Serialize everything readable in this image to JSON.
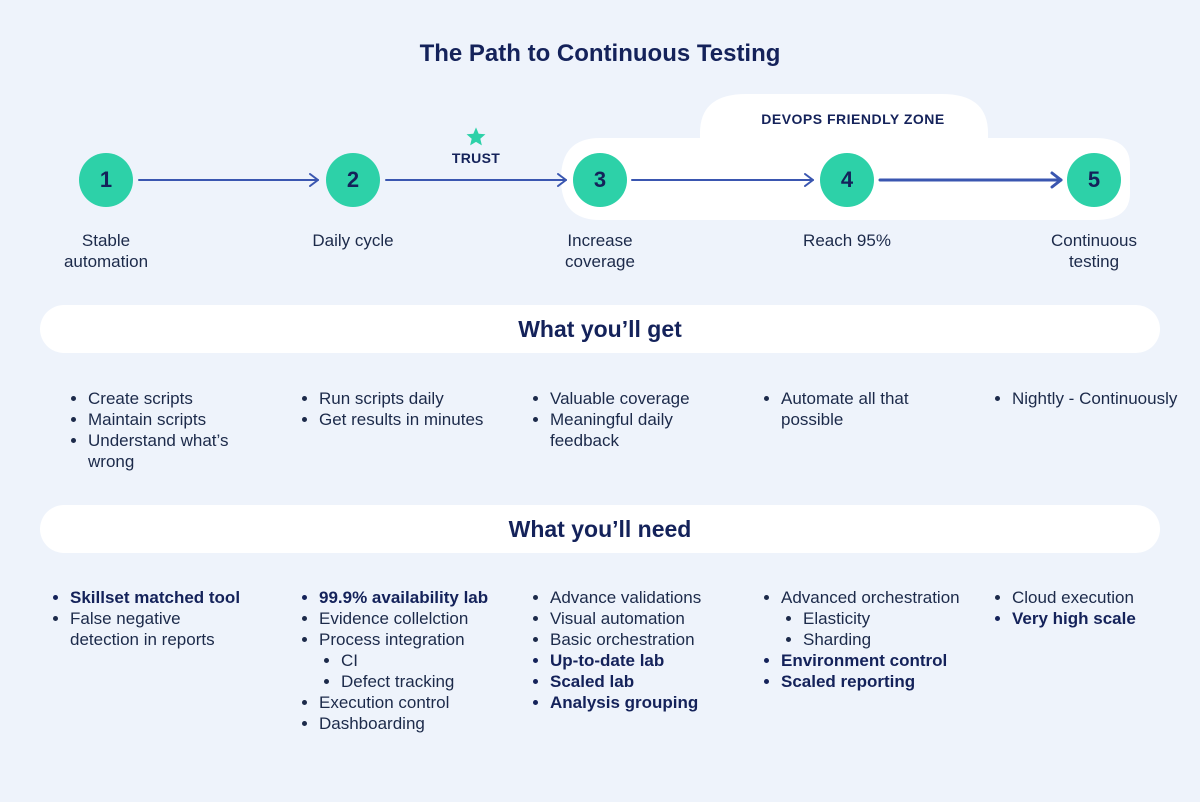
{
  "title": "The Path to Continuous Testing",
  "zone_label": "DEVOPS FRIENDLY ZONE",
  "trust_label": "TRUST",
  "colors": {
    "background": "#eef3fb",
    "step": "#2dd1a8",
    "navy": "#14225a",
    "arrow": "#3a56b0",
    "star": "#2dd1a8",
    "band": "#ffffff"
  },
  "steps": [
    {
      "number": "1",
      "label": "Stable\nautomation"
    },
    {
      "number": "2",
      "label": "Daily cycle"
    },
    {
      "number": "3",
      "label": "Increase\ncoverage"
    },
    {
      "number": "4",
      "label": "Reach 95%"
    },
    {
      "number": "5",
      "label": "Continuous\ntesting"
    }
  ],
  "get_heading": "What you’ll get",
  "need_heading": "What you’ll need",
  "get": [
    {
      "items": [
        {
          "text": "Create scripts"
        },
        {
          "text": "Maintain scripts"
        },
        {
          "text": "Understand what’s wrong"
        }
      ]
    },
    {
      "items": [
        {
          "text": "Run scripts daily"
        },
        {
          "text": "Get results in minutes"
        }
      ]
    },
    {
      "items": [
        {
          "text": "Valuable coverage"
        },
        {
          "text": "Meaningful daily feedback"
        }
      ]
    },
    {
      "items": [
        {
          "text": "Automate all that possible"
        }
      ]
    },
    {
      "items": [
        {
          "text": "Nightly - Continuously"
        }
      ]
    }
  ],
  "need": [
    {
      "items": [
        {
          "text": "Skillset matched tool",
          "bold": true
        },
        {
          "text": "False negative detection in reports"
        }
      ]
    },
    {
      "items": [
        {
          "text": "99.9% availability lab",
          "bold": true
        },
        {
          "text": "Evidence collelction"
        },
        {
          "text": "Process integration",
          "sub": [
            "CI",
            "Defect tracking"
          ]
        },
        {
          "text": "Execution control"
        },
        {
          "text": "Dashboarding"
        }
      ]
    },
    {
      "items": [
        {
          "text": "Advance validations"
        },
        {
          "text": "Visual automation"
        },
        {
          "text": "Basic orchestration"
        },
        {
          "text": "Up-to-date lab",
          "bold": true
        },
        {
          "text": "Scaled lab",
          "bold": true
        },
        {
          "text": "Analysis grouping",
          "bold": true
        }
      ]
    },
    {
      "items": [
        {
          "text": "Advanced orchestration",
          "sub": [
            "Elasticity",
            "Sharding"
          ]
        },
        {
          "text": "Environment control",
          "bold": true
        },
        {
          "text": "Scaled reporting",
          "bold": true
        }
      ]
    },
    {
      "items": [
        {
          "text": "Cloud execution"
        },
        {
          "text": "Very high scale",
          "bold": true
        }
      ]
    }
  ]
}
